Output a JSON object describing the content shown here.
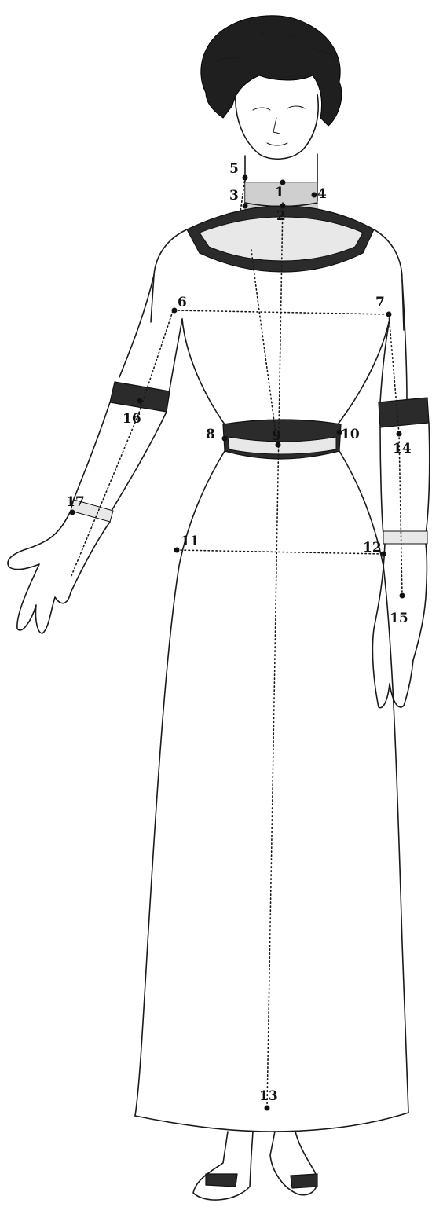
{
  "points": [
    {
      "id": "point-1",
      "label": "1"
    },
    {
      "id": "point-2",
      "label": "2"
    },
    {
      "id": "point-3",
      "label": "3"
    },
    {
      "id": "point-4",
      "label": "4"
    },
    {
      "id": "point-5",
      "label": "5"
    },
    {
      "id": "point-6",
      "label": "6"
    },
    {
      "id": "point-7",
      "label": "7"
    },
    {
      "id": "point-8",
      "label": "8"
    },
    {
      "id": "point-9",
      "label": "9"
    },
    {
      "id": "point-10",
      "label": "10"
    },
    {
      "id": "point-11",
      "label": "11"
    },
    {
      "id": "point-12",
      "label": "12"
    },
    {
      "id": "point-13",
      "label": "13"
    },
    {
      "id": "point-14",
      "label": "14"
    },
    {
      "id": "point-15",
      "label": "15"
    },
    {
      "id": "point-16",
      "label": "16"
    },
    {
      "id": "point-17",
      "label": "17"
    }
  ]
}
